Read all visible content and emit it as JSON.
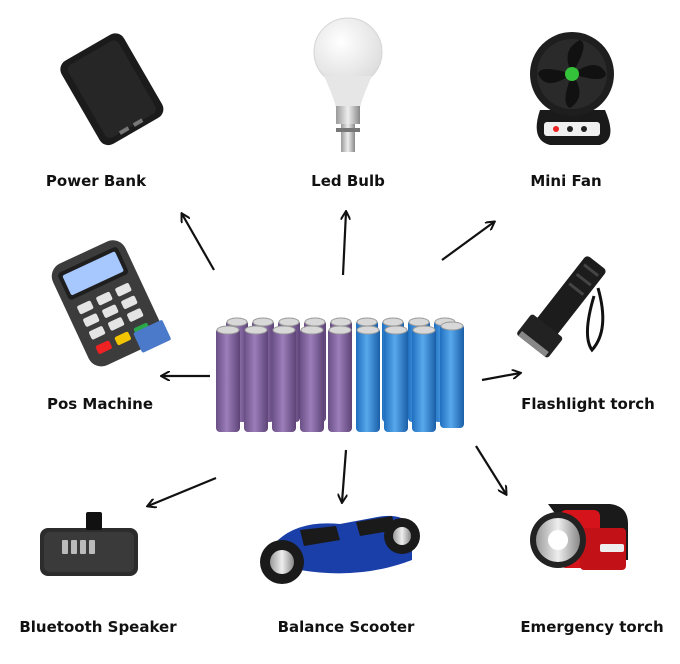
{
  "labels": {
    "power_bank": "Power Bank",
    "led_bulb": "Led Bulb",
    "mini_fan": "Mini Fan",
    "pos_machine": "Pos Machine",
    "flashlight_torch": "Flashlight torch",
    "bluetooth_speaker": "Bluetooth Speaker",
    "balance_scooter": "Balance Scooter",
    "emergency_torch": "Emergency torch"
  },
  "colors": {
    "battery_purple": "#8a6aa6",
    "battery_blue": "#3a8fd8",
    "arrow": "#111111",
    "fan_green": "#34c23a",
    "scooter_blue": "#1b3fa8",
    "torch_red": "#d4141a"
  },
  "icons": [
    "battery-pack-icon",
    "power-bank-icon",
    "led-bulb-icon",
    "mini-fan-icon",
    "pos-machine-icon",
    "flashlight-icon",
    "bluetooth-speaker-icon",
    "balance-scooter-icon",
    "emergency-torch-icon"
  ]
}
